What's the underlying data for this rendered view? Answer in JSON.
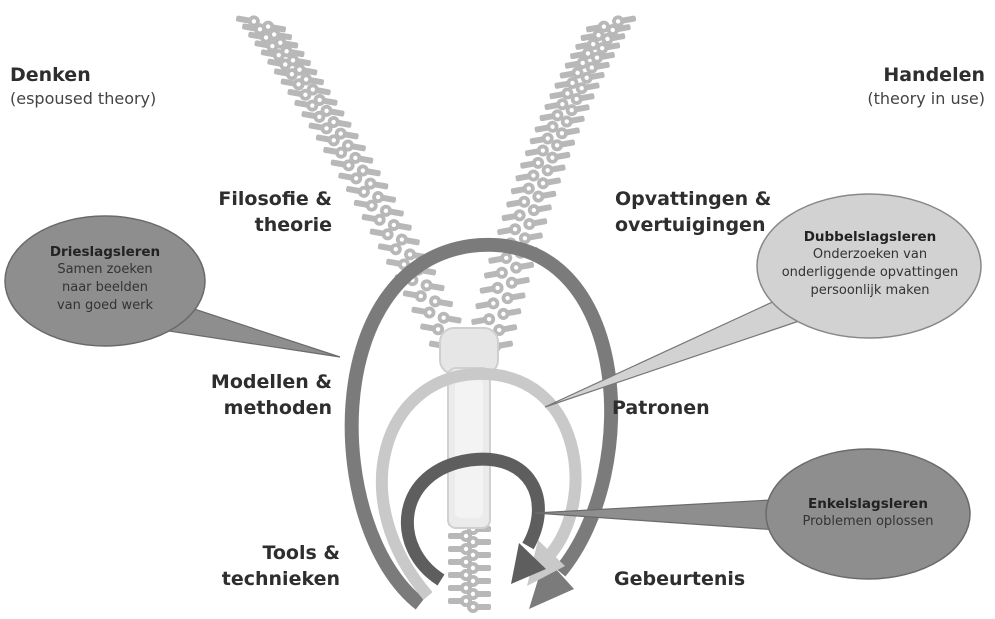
{
  "left_heading": {
    "title": "Denken",
    "subtitle": "(espoused theory)"
  },
  "right_heading": {
    "title": "Handelen",
    "subtitle": "(theory in use)"
  },
  "left_levels": [
    {
      "line1": "Filosofie &",
      "line2": "theorie"
    },
    {
      "line1": "Modellen &",
      "line2": "methoden"
    },
    {
      "line1": "Tools &",
      "line2": "technieken"
    }
  ],
  "right_levels": [
    {
      "line1": "Opvattingen &",
      "line2": "overtuigingen"
    },
    {
      "line1": "Patronen",
      "line2": ""
    },
    {
      "line1": "Gebeurtenis",
      "line2": ""
    }
  ],
  "bubbles": {
    "triple": {
      "title": "Drieslagsleren",
      "lines": [
        "Samen zoeken",
        "naar beelden",
        "van goed werk"
      ]
    },
    "double": {
      "title": "Dubbelslagsleren",
      "lines": [
        "Onderzoeken van",
        "onderliggende opvattingen",
        "persoonlijk maken"
      ]
    },
    "single": {
      "title": "Enkelslagsleren",
      "lines": [
        "Problemen oplossen"
      ]
    }
  },
  "colors": {
    "loop_outer": "#7b7b7b",
    "loop_middle": "#c9c9c9",
    "loop_inner": "#5e5e5e",
    "bubble_dark": "#8e8e8e",
    "bubble_light": "#d2d2d2",
    "zipper_teeth": "#b8b8b8"
  }
}
